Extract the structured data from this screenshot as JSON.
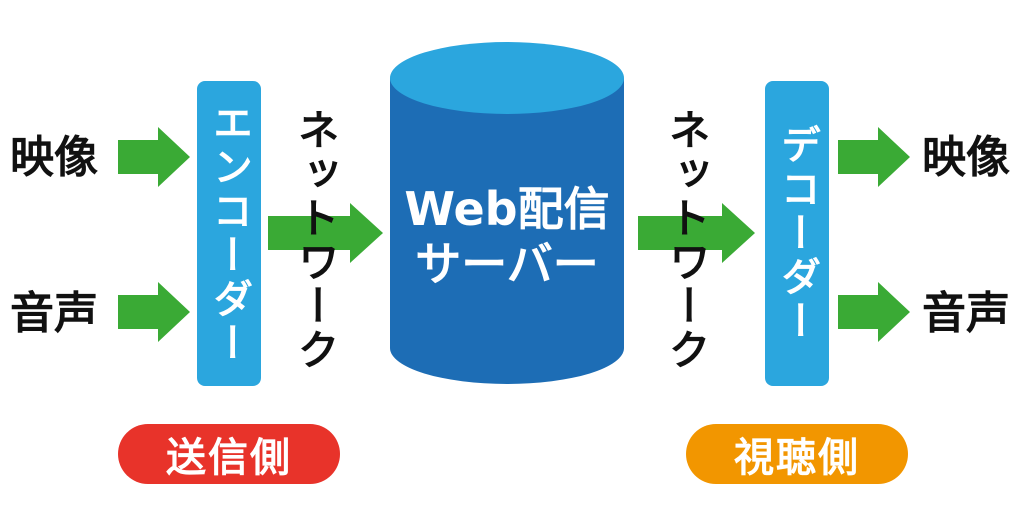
{
  "colors": {
    "box_blue": "#2ba6de",
    "cylinder_blue": "#1d6db5",
    "cylinder_top": "#2ba6de",
    "arrow_green": "#3aaa35",
    "sender_red": "#e8332a",
    "viewer_orange": "#f29600",
    "text_dark": "#111111"
  },
  "sender": {
    "input_video": "映像",
    "input_audio": "音声",
    "encoder": "エンコーダー",
    "network": "ネットワーク",
    "badge": "送信側"
  },
  "server": {
    "line1": "Web配信",
    "line2": "サーバー"
  },
  "viewer": {
    "network": "ネットワーク",
    "decoder": "デコーダー",
    "output_video": "映像",
    "output_audio": "音声",
    "badge": "視聴側"
  }
}
